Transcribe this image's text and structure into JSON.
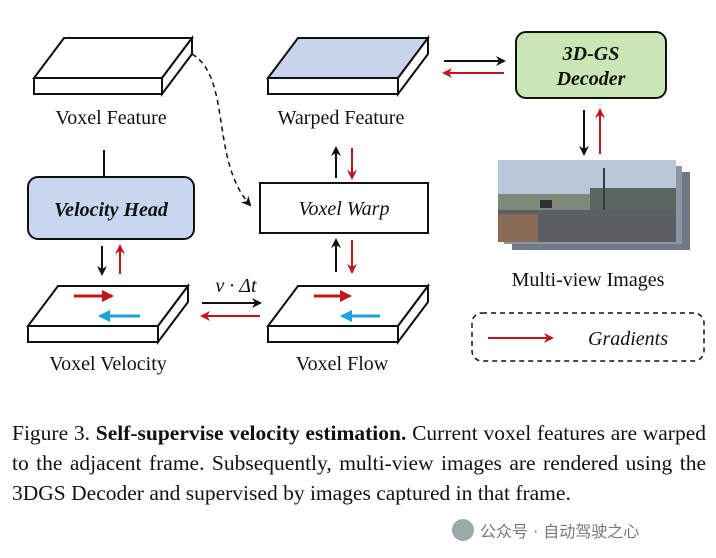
{
  "nodes": {
    "voxel_feature": "Voxel Feature",
    "warped_feature": "Warped Feature",
    "decoder": "3D-GS Decoder",
    "decoder_line1": "3D-GS",
    "decoder_line2": "Decoder",
    "velocity_head": "Velocity Head",
    "voxel_warp": "Voxel Warp",
    "multiview_images": "Multi-view Images",
    "voxel_velocity": "Voxel Velocity",
    "voxel_flow": "Voxel Flow",
    "v_dt": "v · Δt"
  },
  "legend": {
    "gradients": "Gradients"
  },
  "colors": {
    "forward_arrow": "#111111",
    "gradient_arrow": "#c0161b",
    "blue_arrow": "#1aa3d9",
    "decoder_fill": "#c9e6b5",
    "velocity_head_fill": "#c8d6f0",
    "warped_top_fill": "#c8d4ec"
  },
  "caption": {
    "figure_label": "Figure 3.",
    "title": "Self-supervise velocity estimation.",
    "body": "Current voxel features are warped to the adjacent frame. Subsequently, multi-view images are rendered using the 3DGS Decoder and supervised by images captured in that frame."
  },
  "watermark": {
    "text": "公众号 · 自动驾驶之心"
  }
}
